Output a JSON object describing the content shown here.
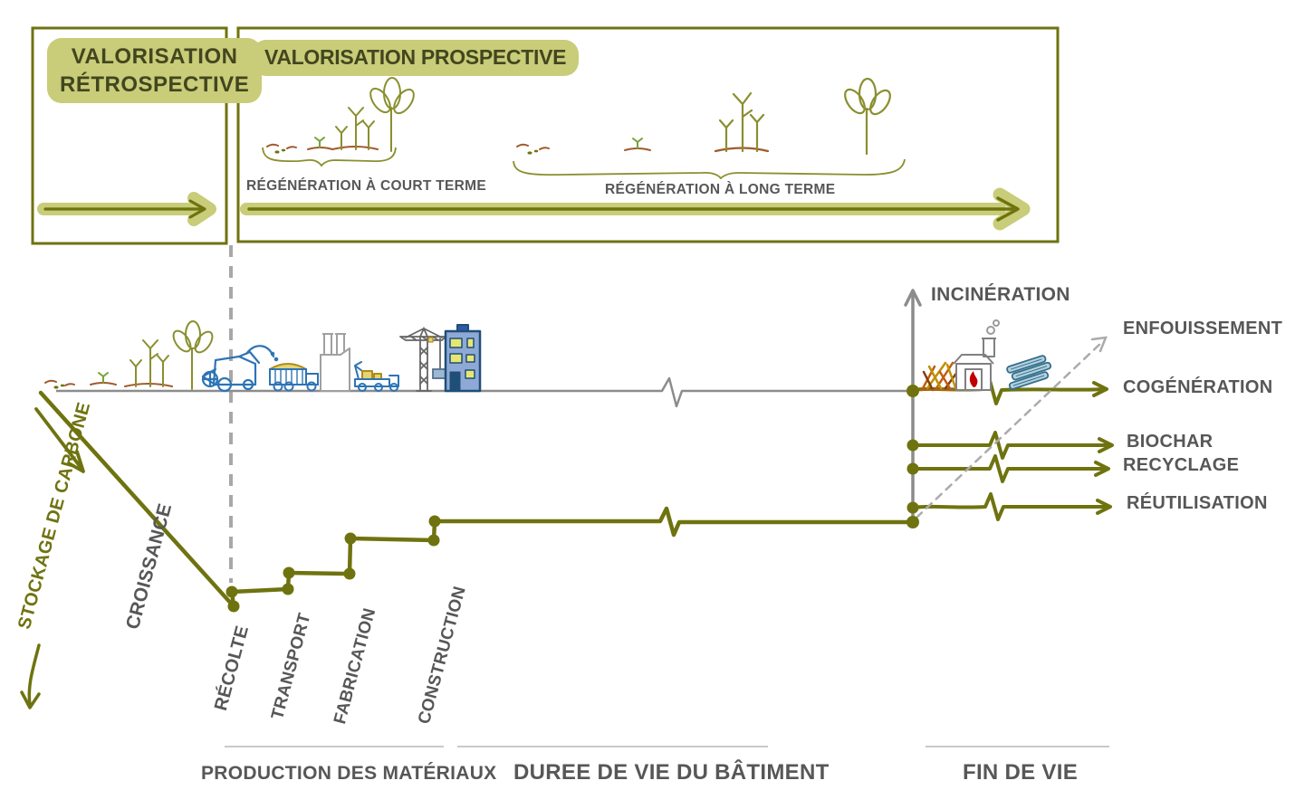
{
  "boxes": {
    "retrospective": {
      "title_line1": "VALORISATION",
      "title_line2": "RÉTROSPECTIVE"
    },
    "prospective": {
      "title": "VALORISATION PROSPECTIVE",
      "short_term_label": "RÉGÉNÉRATION À COURT TERME",
      "long_term_label": "RÉGÉNÉRATION À LONG TERME"
    }
  },
  "axis": {
    "y_label": "STOCKAGE DE CARBONE"
  },
  "curve": {
    "growth_label": "CROISSANCE",
    "steps": [
      "RÉCOLTE",
      "TRANSPORT",
      "FABRICATION",
      "CONSTRUCTION"
    ]
  },
  "end_of_life": {
    "incineration_label": "INCINÉRATION",
    "enfouissement_label": "ENFOUISSEMENT",
    "cogeneration_label": "COGÉNÉRATION",
    "biochar_label": "BIOCHAR",
    "recyclage_label": "RECYCLAGE",
    "reutilisation_label": "RÉUTILISATION"
  },
  "phases": [
    "PRODUCTION DES MATÉRIAUX",
    "DUREE DE VIE DU BÂTIMENT",
    "FIN DE VIE"
  ],
  "icons": {
    "growing_plants": "growing-plants-icon",
    "harvester": "harvester-icon",
    "grain_truck": "grain-truck-icon",
    "factory": "factory-icon",
    "flatbed_truck": "flatbed-truck-icon",
    "tower_crane": "tower-crane-icon",
    "building": "building-icon",
    "wood_pile": "wood-pile-icon",
    "incinerator": "incinerator-icon",
    "planks": "planks-icon"
  },
  "colors": {
    "olive": "#6f730f",
    "olive_highlight": "#c9cc78",
    "gray_text": "#575757",
    "axis_gray": "#8c8c8c",
    "dashed_gray": "#aaaaaa",
    "blue": "#2e74b5",
    "dark_blue": "#1f4e79",
    "building_fill": "#8fa9d6",
    "window_yellow": "#e5e772",
    "soil_brown": "#a05a2c",
    "flame_red": "#c00000",
    "wood_orange": "#c55a11"
  }
}
